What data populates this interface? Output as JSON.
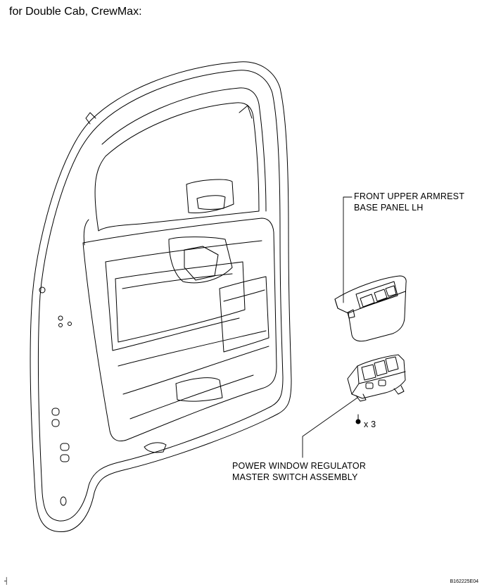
{
  "heading": "for Double Cab, CrewMax:",
  "labels": {
    "armrest_line1": "FRONT UPPER ARMREST",
    "armrest_line2": "BASE PANEL LH",
    "switch_line1": "POWER WINDOW REGULATOR",
    "switch_line2": "MASTER SWITCH ASSEMBLY",
    "screw_qty": "x 3"
  },
  "figure_code": "B162225E04",
  "corner_mark": "┤"
}
